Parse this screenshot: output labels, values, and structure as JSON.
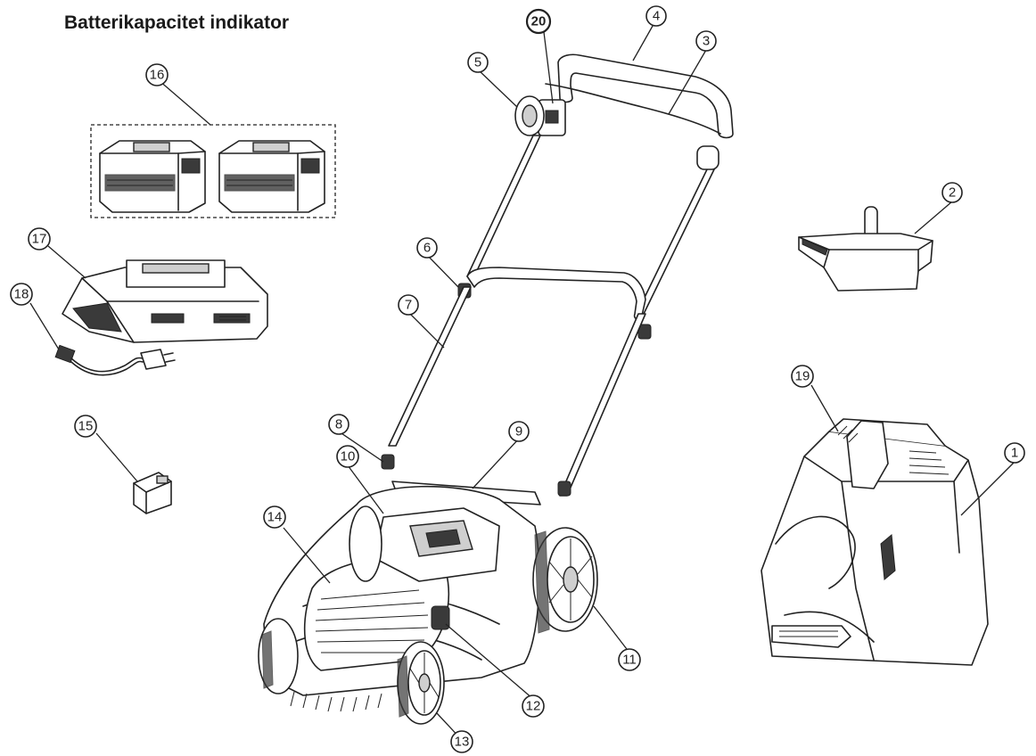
{
  "title": "Batterikapacitet indikator",
  "callouts": [
    {
      "id": "c1",
      "number": "1"
    },
    {
      "id": "c2",
      "number": "2"
    },
    {
      "id": "c3",
      "number": "3"
    },
    {
      "id": "c4",
      "number": "4"
    },
    {
      "id": "c5",
      "number": "5"
    },
    {
      "id": "c6",
      "number": "6"
    },
    {
      "id": "c7",
      "number": "7"
    },
    {
      "id": "c8",
      "number": "8"
    },
    {
      "id": "c9",
      "number": "9"
    },
    {
      "id": "c10",
      "number": "10"
    },
    {
      "id": "c11",
      "number": "11"
    },
    {
      "id": "c12",
      "number": "12"
    },
    {
      "id": "c13",
      "number": "13"
    },
    {
      "id": "c14",
      "number": "14"
    },
    {
      "id": "c15",
      "number": "15"
    },
    {
      "id": "c16",
      "number": "16"
    },
    {
      "id": "c17",
      "number": "17"
    },
    {
      "id": "c18",
      "number": "18"
    },
    {
      "id": "c19",
      "number": "19"
    },
    {
      "id": "c20",
      "number": "20"
    }
  ]
}
